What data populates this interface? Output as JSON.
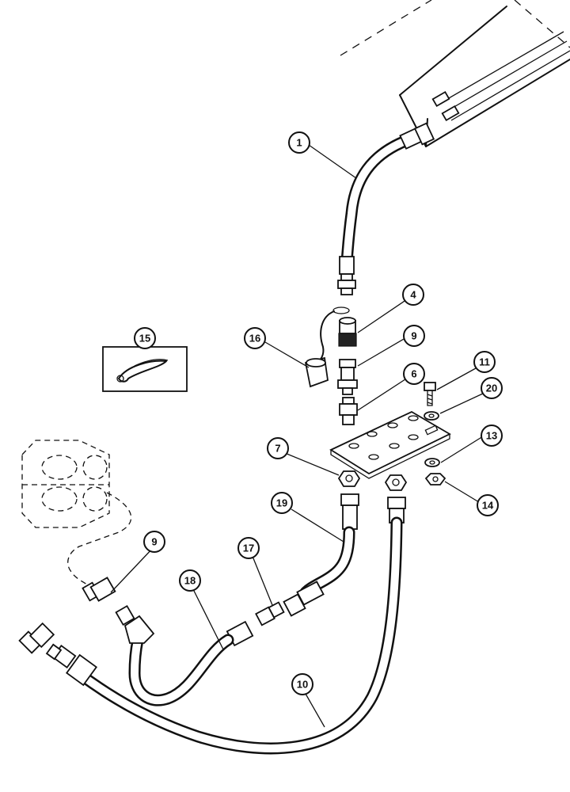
{
  "callouts": {
    "c1": "1",
    "c4": "4",
    "c16": "16",
    "c9a": "9",
    "c11": "11",
    "c6": "6",
    "c20": "20",
    "c15": "15",
    "c13": "13",
    "c7": "7",
    "c14": "14",
    "c19": "19",
    "c9b": "9",
    "c17": "17",
    "c18": "18",
    "c10": "10"
  }
}
